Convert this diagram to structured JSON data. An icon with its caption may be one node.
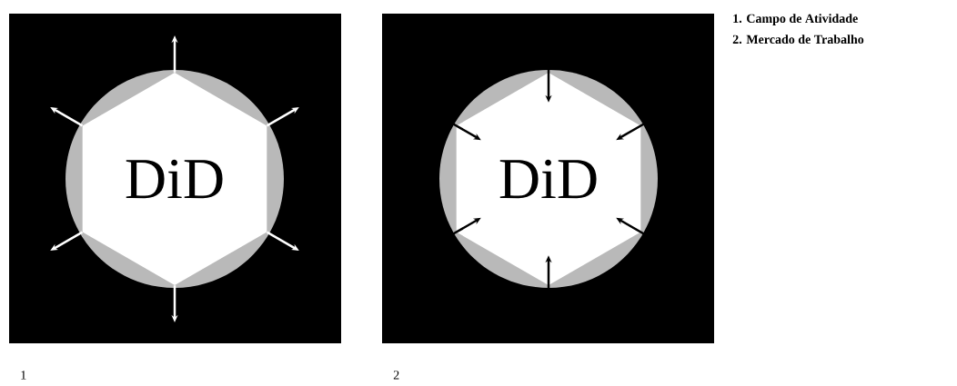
{
  "diagram": {
    "nodes": [
      {
        "text": [
          "DiD"
        ]
      },
      {
        "text": [
          "DiD"
        ]
      }
    ],
    "edges": [
      {
        "from": 0,
        "to": null,
        "arrow": "to",
        "color": "#ffffff"
      },
      {
        "from": 0,
        "to": null,
        "arrow": "to",
        "color": "#ffffff"
      },
      {
        "from": 0,
        "to": null,
        "arrow": "to",
        "color": "#ffffff"
      },
      {
        "from": 0,
        "to": null,
        "arrow": "to",
        "color": "#ffffff"
      },
      {
        "from": 0,
        "to": null,
        "arrow": "to",
        "color": "#ffffff"
      },
      {
        "from": 0,
        "to": null,
        "arrow": "to",
        "color": "#ffffff"
      },
      {
        "from": null,
        "to": 1,
        "arrow": "to",
        "color": "#000000"
      },
      {
        "from": null,
        "to": 1,
        "arrow": "to",
        "color": "#000000"
      },
      {
        "from": null,
        "to": 1,
        "arrow": "to",
        "color": "#000000"
      },
      {
        "from": null,
        "to": 1,
        "arrow": "to",
        "color": "#000000"
      },
      {
        "from": null,
        "to": 1,
        "arrow": "to",
        "color": "#000000"
      },
      {
        "from": null,
        "to": 1,
        "arrow": "to",
        "color": "#000000"
      }
    ],
    "labels": [
      "1. Campo de Atividade",
      "2. Mercado de Trabalho",
      "1",
      "2"
    ]
  }
}
